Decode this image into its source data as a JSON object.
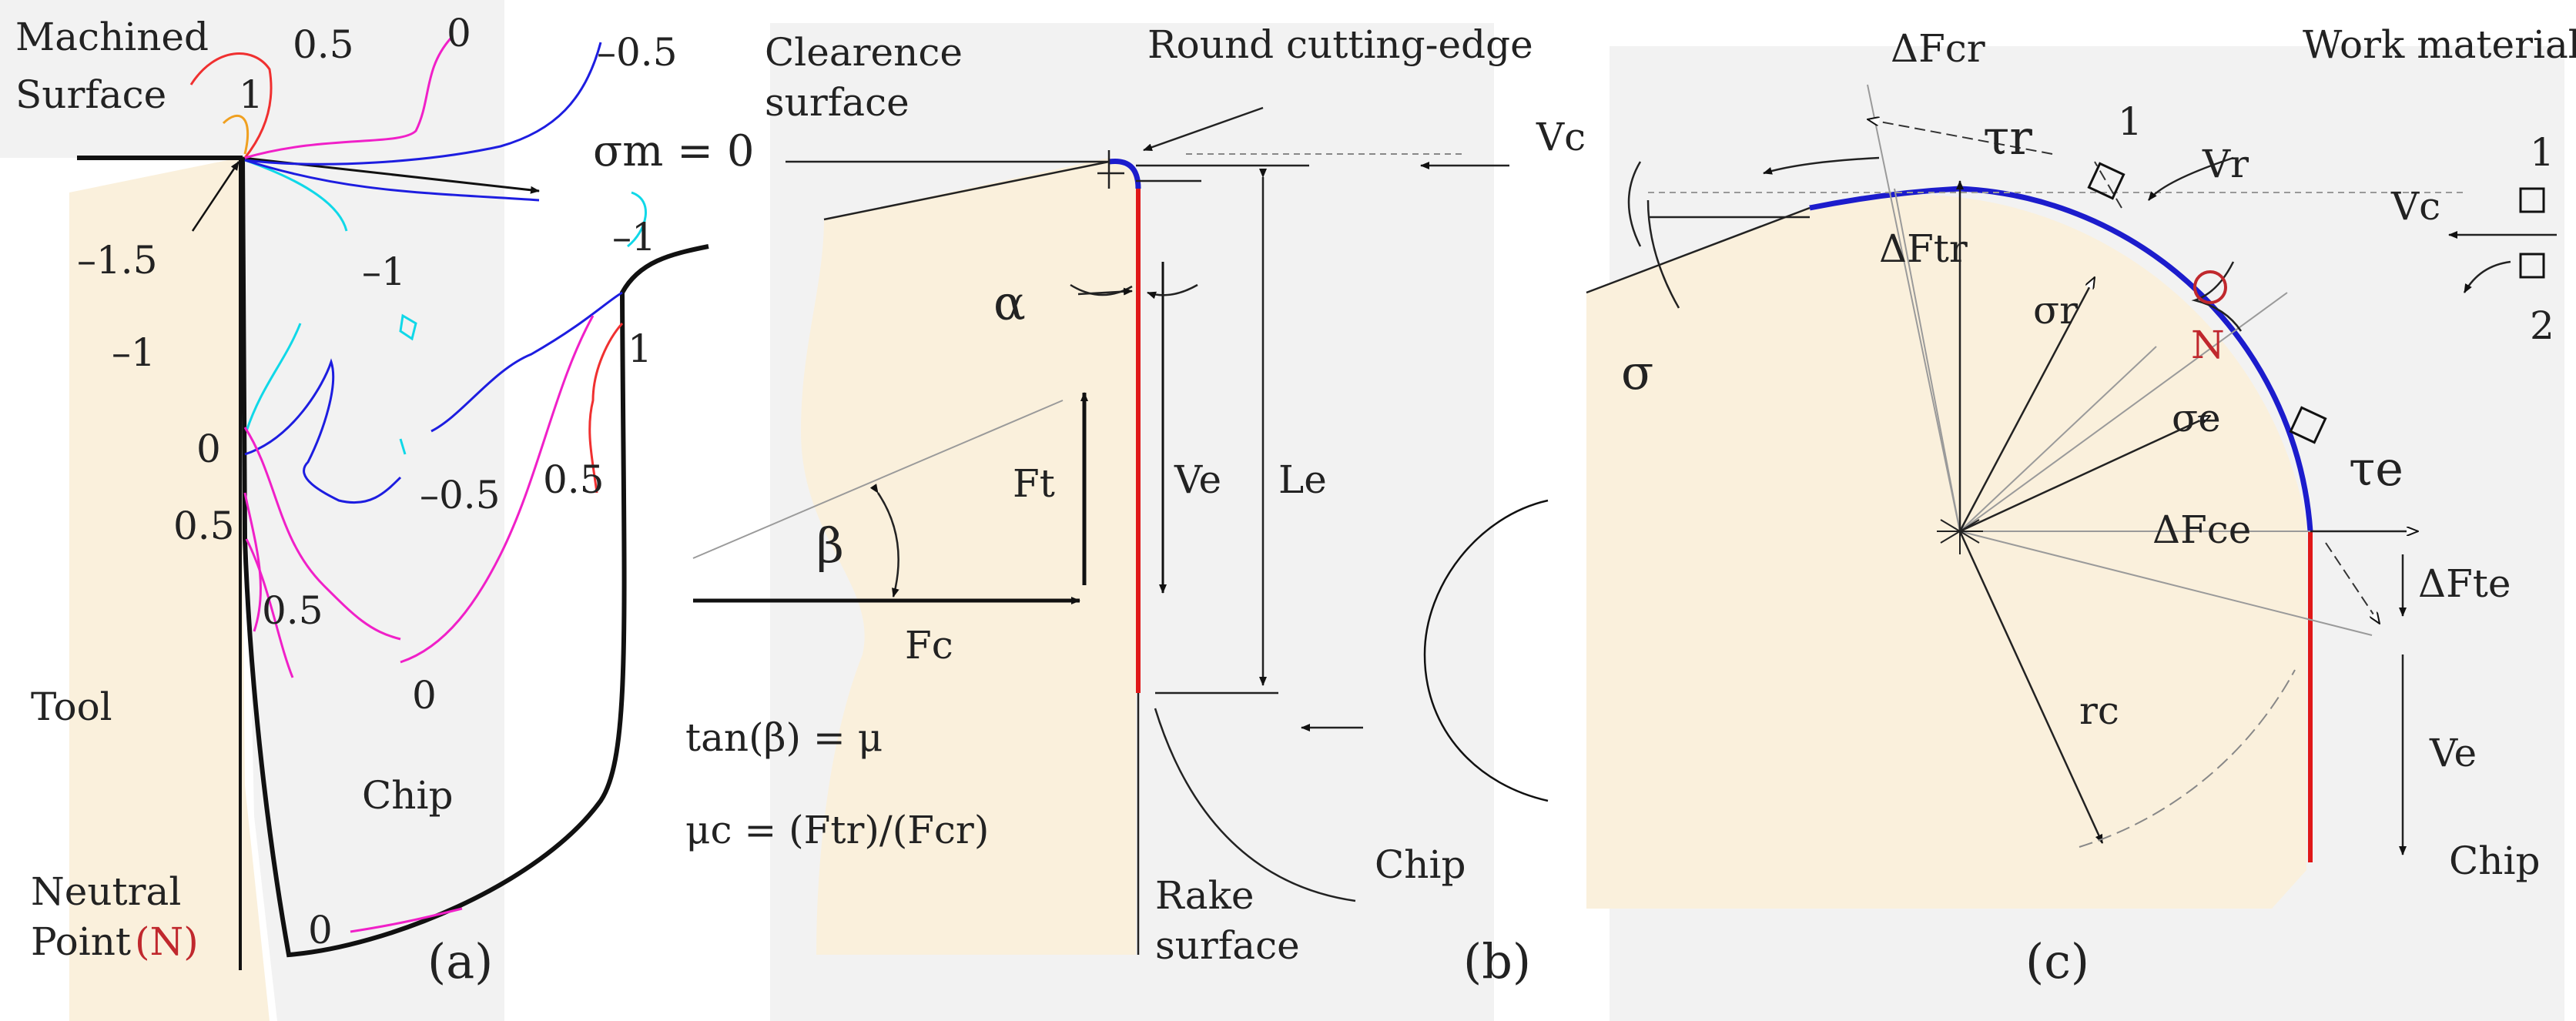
{
  "panel_a": {
    "labels": {
      "machined_surface_1": "Machined",
      "machined_surface_2": "Surface",
      "sigma_m": "σm = 0",
      "tool": "Tool",
      "chip": "Chip",
      "neutral_point_1": "Neutral",
      "neutral_point_2": "Point",
      "neutral_point_n": "(N)",
      "caption": "(a)"
    },
    "contour_values": [
      "0.5",
      "0",
      "–0.5",
      "1",
      "–1.5",
      "–1",
      "–1",
      "–1",
      "1",
      "0",
      "0.5",
      "–0.5",
      "0.5",
      "0.5",
      "0",
      "0"
    ]
  },
  "panel_b": {
    "labels": {
      "clearence_1": "Clearence",
      "clearence_2": "surface",
      "round_edge": "Round cutting-edge",
      "vc": "Vc",
      "alpha": "α",
      "beta": "β",
      "ft": "Ft",
      "fc": "Fc",
      "ve": "Ve",
      "le": "Le",
      "tan_eq": "tan(β) = μ",
      "mu_eq": "μc = (Ftr)/(Fcr)",
      "chip": "Chip",
      "rake_1": "Rake",
      "rake_2": "surface",
      "caption": "(b)"
    }
  },
  "panel_c": {
    "labels": {
      "work_material": "Work material",
      "dfcr": "ΔFcr",
      "tau_r": "τr",
      "one": "1",
      "vr": "Vr",
      "vc": "Vc",
      "dftr": "ΔFtr",
      "sigma_r": "σr",
      "n": "N",
      "sigma": "σ",
      "sigma_e": "σe",
      "tau_e": "τe",
      "dfce": "ΔFce",
      "dfte": "ΔFte",
      "rc": "rc",
      "ve": "Ve",
      "chip": "Chip",
      "right_1": "1",
      "right_2": "2",
      "caption": "(c)"
    }
  },
  "colors": {
    "tool": "#faf0dc",
    "chip_bg": "#f2f2f2",
    "edge_blue": "#1c1ccc",
    "edge_red": "#e01818",
    "contour_red": "#f03030",
    "contour_orange": "#f0a020",
    "contour_blue": "#1d1de0",
    "contour_cyan": "#10d8e8",
    "contour_magenta": "#f020c8"
  }
}
